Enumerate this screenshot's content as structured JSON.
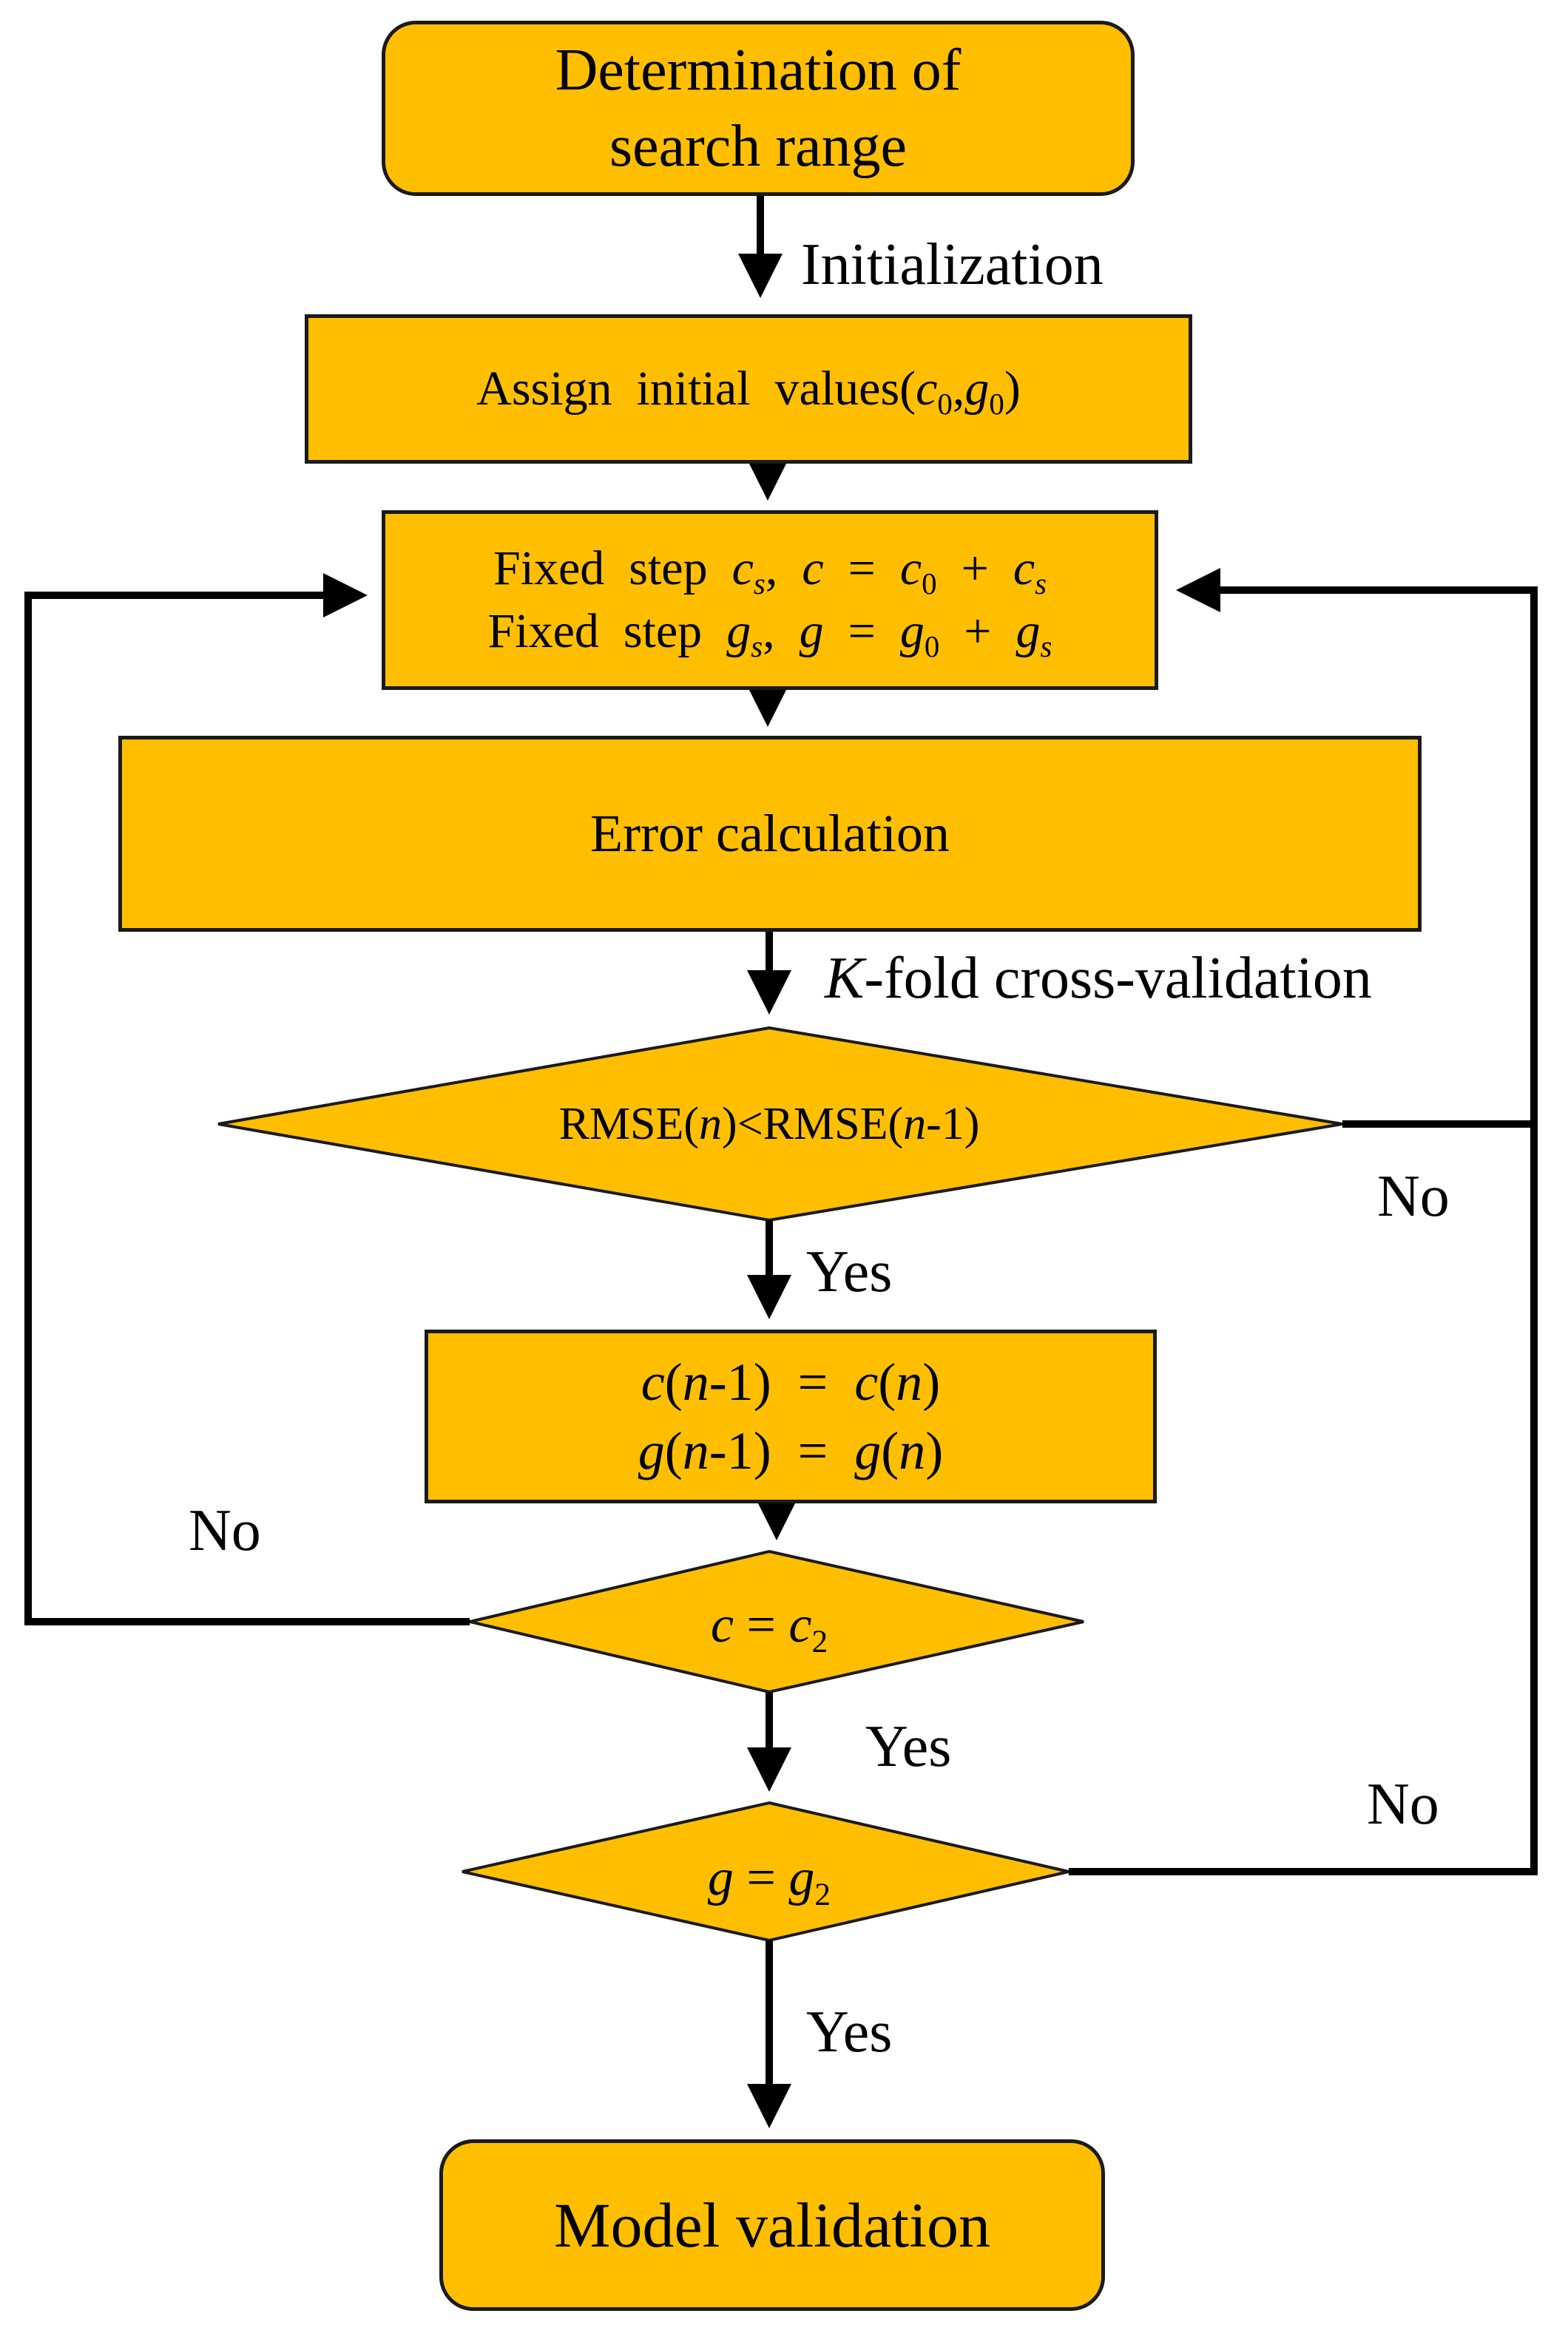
{
  "nodes": {
    "start": {
      "line1": "Determination of",
      "line2": "search range"
    },
    "assign": {
      "prefix": "Assign  initial  values(",
      "v1": "c",
      "s1": "0",
      "comma": ",",
      "v2": "g",
      "s2": "0",
      "suffix": ")"
    },
    "fixed_step": {
      "line1": {
        "prefix": "Fixed  step  ",
        "cs_v": "c",
        "cs_s": "s",
        "mid": ",  ",
        "c": "c",
        "eq": "  =  ",
        "c0_v": "c",
        "c0_s": "0",
        "plus": "  +  ",
        "cs2_v": "c",
        "cs2_s": "s"
      },
      "line2": {
        "prefix": "Fixed  step  ",
        "gs_v": "g",
        "gs_s": "s",
        "mid": ",  ",
        "g": "g",
        "eq": "  =  ",
        "g0_v": "g",
        "g0_s": "0",
        "plus": "  +  ",
        "gs2_v": "g",
        "gs2_s": "s"
      }
    },
    "error_calc": {
      "label": "Error calculation"
    },
    "rmse_decision": {
      "a": "RMSE(",
      "n1": "n",
      "b": ")<RMSE(",
      "n2": "n",
      "c": "-1)"
    },
    "update": {
      "line1": {
        "v1": "c",
        "p1": "(",
        "n1": "n",
        "m1": "-1)  =  ",
        "v2": "c",
        "p2": "(",
        "n2": "n",
        "e": ")"
      },
      "line2": {
        "v1": "g",
        "p1": "(",
        "n1": "n",
        "m1": "-1)  =  ",
        "v2": "g",
        "p2": "(",
        "n2": "n",
        "e": ")"
      }
    },
    "c_decision": {
      "v": "c",
      "eq": " = ",
      "v2": "c",
      "sub": "2"
    },
    "g_decision": {
      "v": "g",
      "eq": " = ",
      "v2": "g",
      "sub": "2"
    },
    "end": {
      "label": "Model validation"
    }
  },
  "flow_labels": {
    "initialization": "Initialization",
    "kfold_k": "K",
    "kfold_rest": "-fold cross-validation",
    "yes1": "Yes",
    "yes2": "Yes",
    "yes3": "Yes",
    "no_rmse": "No",
    "no_c": "No",
    "no_g": "No"
  },
  "colors": {
    "box_fill": "#ffbf00",
    "line": "#000000",
    "border": "#1a1a1a"
  }
}
